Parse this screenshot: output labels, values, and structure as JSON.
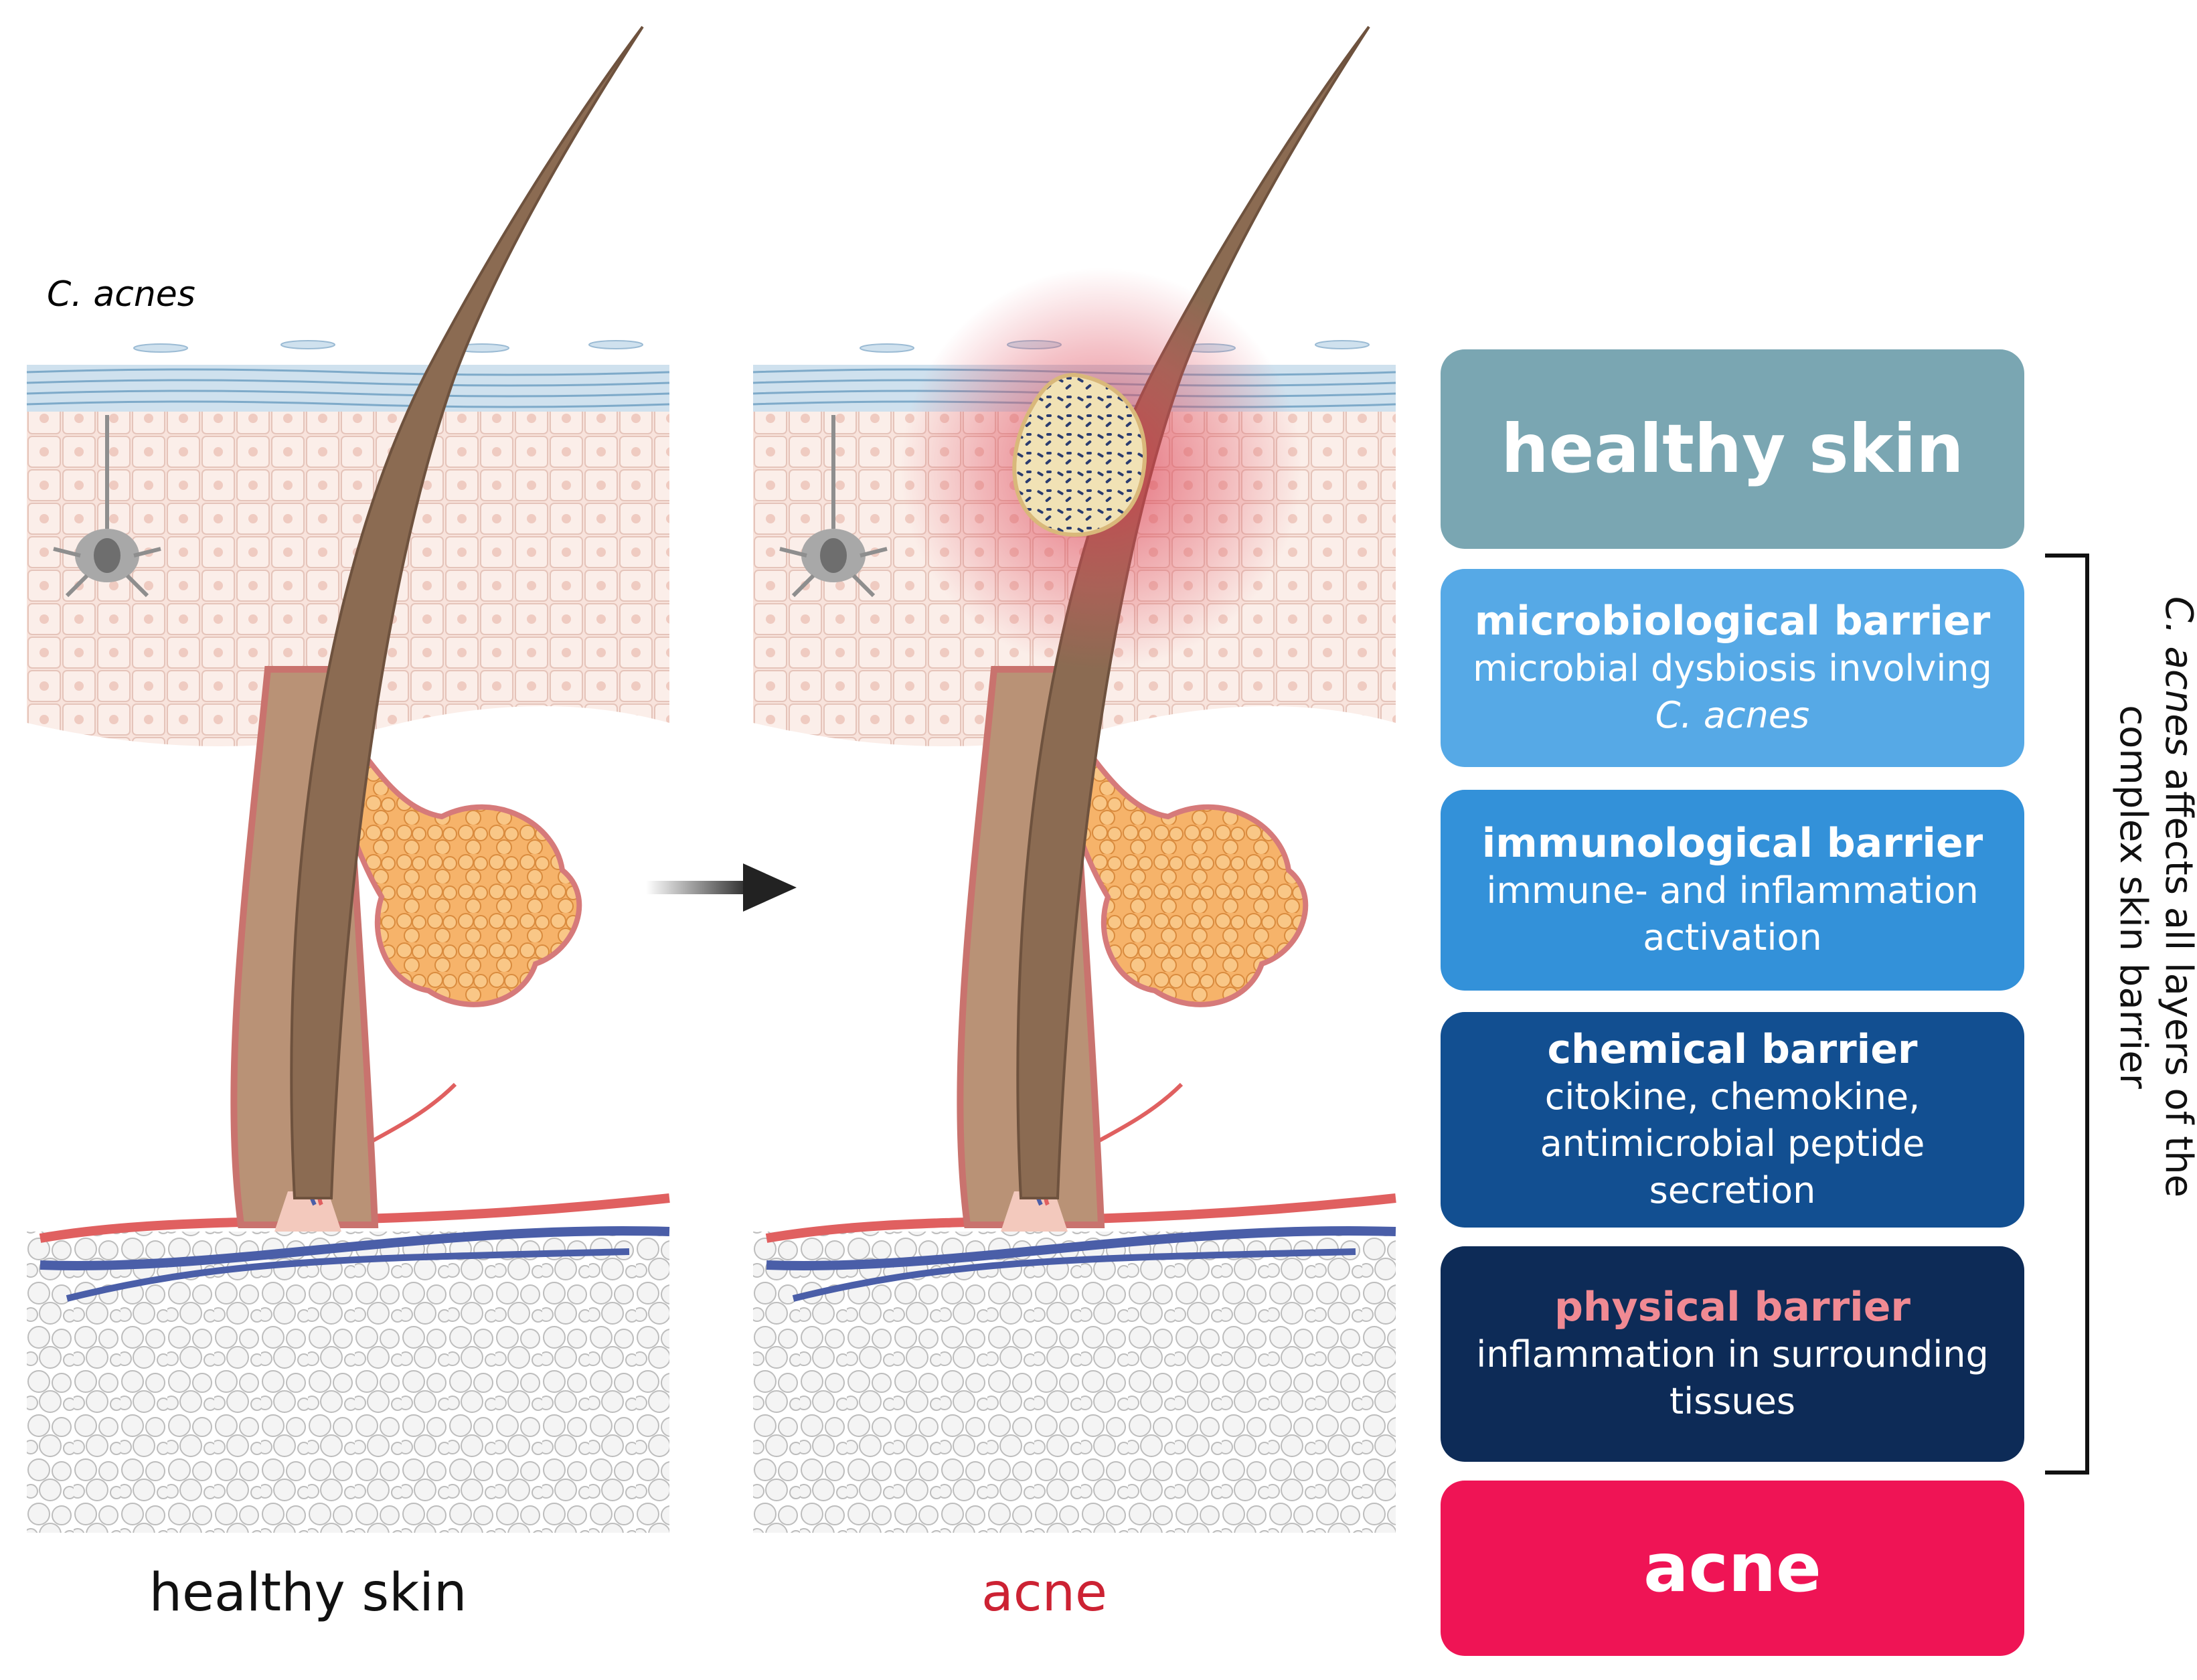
{
  "illustration": {
    "bacteria_label": "C. acnes",
    "left_caption": "healthy skin",
    "right_caption": "acne"
  },
  "colors": {
    "healthy_box": "#7aa6b2",
    "microbiological_box": "#56a9e6",
    "immunological_box": "#3391d9",
    "chemical_box": "#124f91",
    "physical_box": "#0d2b57",
    "acne_box": "#ef1455",
    "physical_title": "#f08a93",
    "acne_caption": "#cc2233"
  },
  "boxes": {
    "healthy": {
      "title": "healthy skin"
    },
    "microbiological": {
      "title": "microbiological barrier",
      "line1": "microbial dysbiosis involving",
      "line2": "C. acnes"
    },
    "immunological": {
      "title": "immunological  barrier",
      "line1": "immune- and inflammation",
      "line2": "activation"
    },
    "chemical": {
      "title": "chemical barrier",
      "line1": "citokine, chemokine,",
      "line2": "antimicrobial peptide",
      "line3": "secretion"
    },
    "physical": {
      "title": "physical barrier",
      "line1": "inflammation in surrounding",
      "line2": "tissues"
    },
    "acne": {
      "title": "acne"
    }
  },
  "brace": {
    "italic": "C. acnes",
    "text1": " affects all layers of the",
    "text2": "complex skin barrier"
  }
}
